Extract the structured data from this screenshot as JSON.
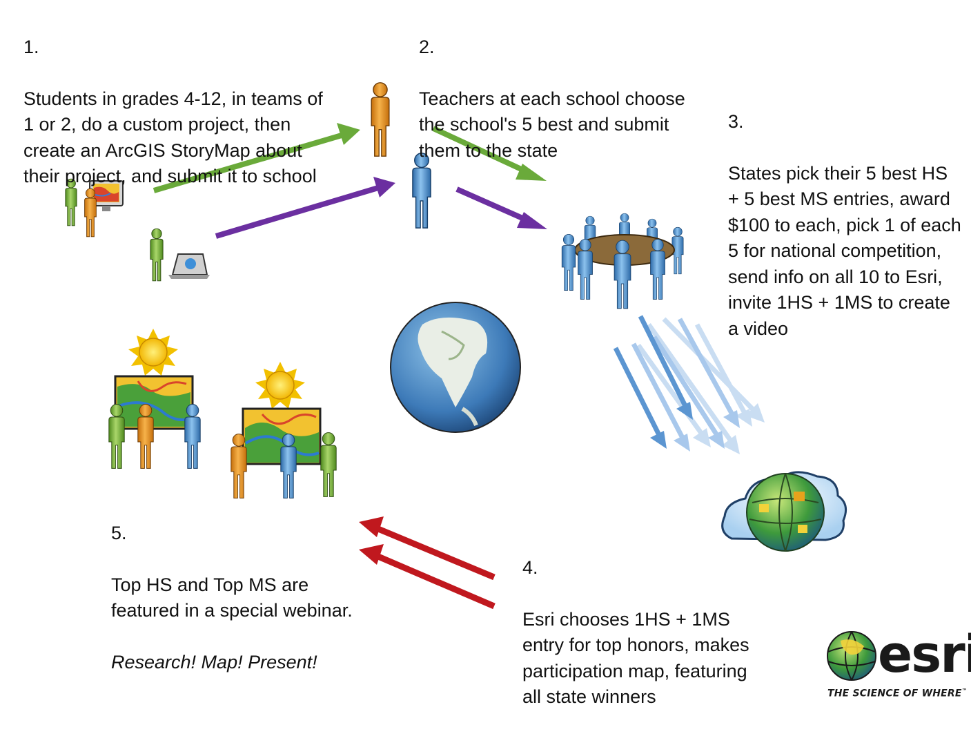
{
  "steps": {
    "s1": {
      "number": "1.",
      "text": "Students in grades 4-12, in teams of 1 or 2, do a custom project, then create an ArcGIS StoryMap about their project, and submit it to school"
    },
    "s2": {
      "number": "2.",
      "text": "Teachers at each school choose the school's 5 best and submit them to the state"
    },
    "s3": {
      "number": "3.",
      "text": "States pick their 5 best HS + 5 best MS entries, award $100 to each, pick 1 of each 5 for national competition, send info on all 10 to Esri, invite 1HS + 1MS to create a video"
    },
    "s4": {
      "number": "4.",
      "text": "Esri chooses 1HS + 1MS entry for top honors, makes participation map, featuring all state winners"
    },
    "s5": {
      "number": "5.",
      "text": "Top HS and Top MS are featured in a special webinar.",
      "tagline": "Research! Map! Present!"
    }
  },
  "logo": {
    "wordmark": "esri",
    "tagline": "THE SCIENCE OF WHERE",
    "trademark": "™"
  },
  "colors": {
    "green_arrow": "#6aaa3a",
    "purple_arrow": "#6b2fa0",
    "red_arrow": "#c0181e",
    "blue_arrow": "#5b95d1",
    "person_orange": "#e8941c",
    "person_blue": "#4a8fd0",
    "person_green": "#7ab33a"
  },
  "icons": [
    "students-at-computer-icon",
    "student-laptop-icon",
    "teacher-orange-icon",
    "teacher-blue-icon",
    "state-committee-icon",
    "globe-icon",
    "cloud-globe-icon",
    "map-presentation-icon",
    "esri-globe-icon"
  ]
}
